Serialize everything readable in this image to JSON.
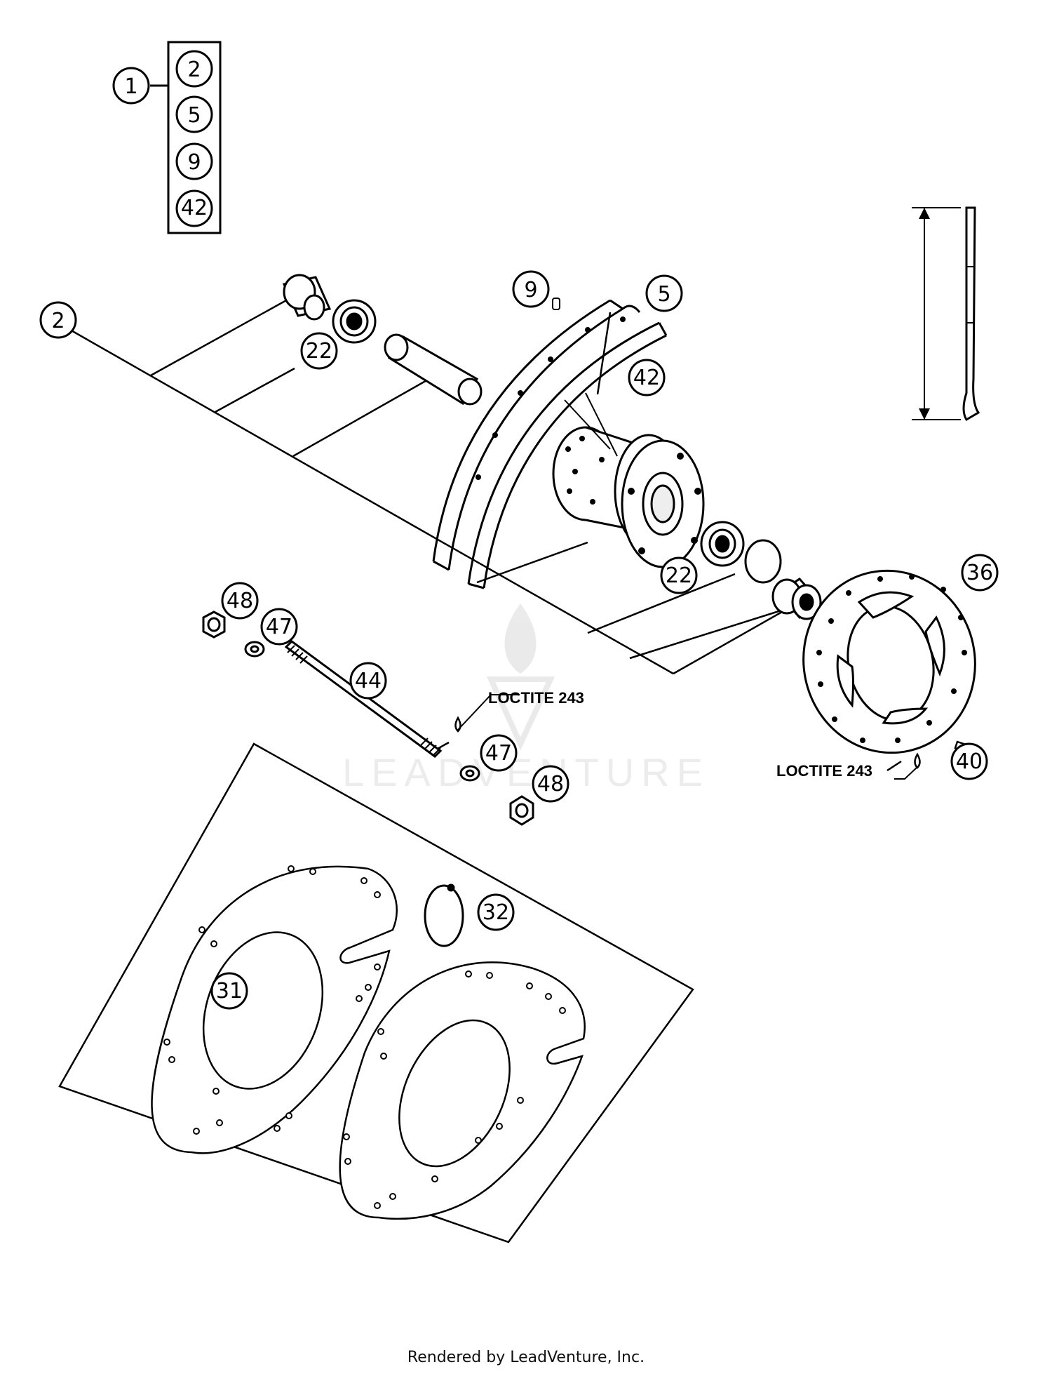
{
  "kit": {
    "number": "1",
    "items": [
      "2",
      "5",
      "9",
      "42"
    ]
  },
  "callouts": {
    "spacer_left": "2",
    "bearing_top": "22",
    "valve": "9",
    "rim": "5",
    "spoke": "42",
    "bearing_bottom": "22",
    "brake_disc": "36",
    "nut_left": "48",
    "washer_left": "47",
    "axle": "44",
    "washer_right": "47",
    "nut_right": "48",
    "disc_bolt": "40",
    "circlip": "32",
    "rim_tape": "31"
  },
  "notes": {
    "loctite_axle": "LOCTITE 243",
    "loctite_disc": "LOCTITE 243"
  },
  "watermark": "LEADVENTURE",
  "footer": "Rendered by LeadVenture, Inc."
}
